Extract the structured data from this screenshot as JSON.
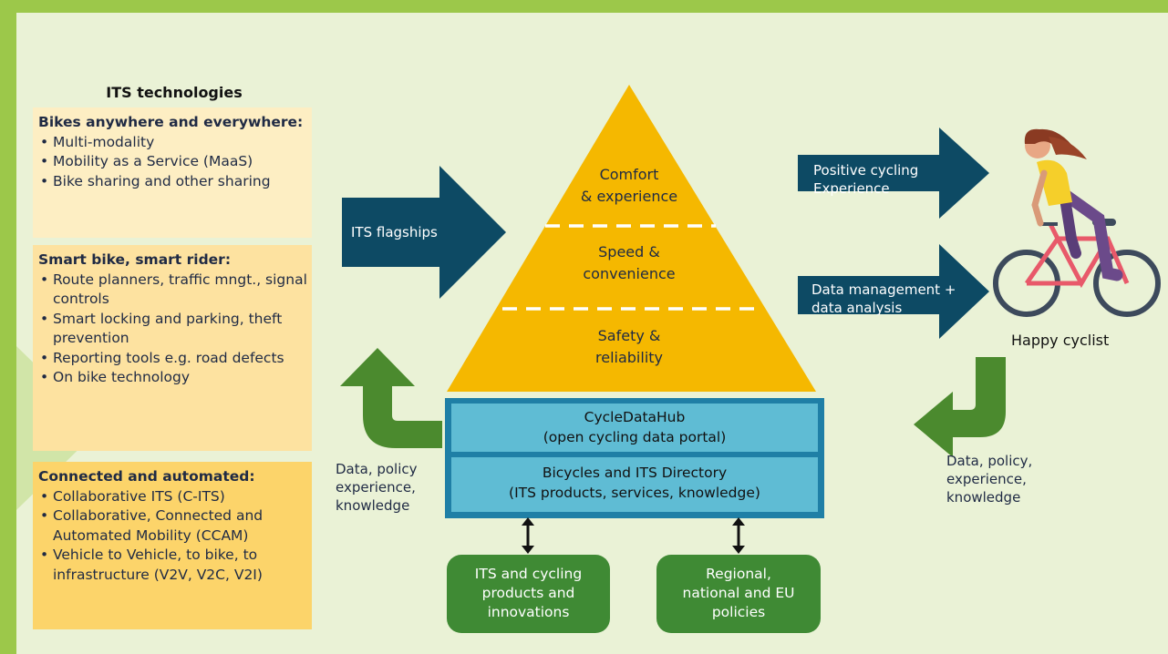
{
  "colors": {
    "outer_border": "#9cc84a",
    "panel": "#eaf2d6",
    "box_light": "#fdeec3",
    "box_mid": "#fde2a0",
    "box_dark": "#fcd46a",
    "pyramid": "#f5b800",
    "navy_arrow": "#0d4a64",
    "green_arrow": "#4b8a2e",
    "hub_fill": "#5fbcd4",
    "hub_border": "#1f7fa6",
    "green_box": "#3f8a34"
  },
  "left_panel": {
    "title": "ITS technologies",
    "boxes": [
      {
        "heading": "Bikes anywhere and everywhere:",
        "items": [
          "Multi-modality",
          "Mobility as a Service (MaaS)",
          "Bike sharing and other sharing"
        ]
      },
      {
        "heading": "Smart bike, smart rider:",
        "items": [
          "Route planners, traffic mngt., signal controls",
          "Smart locking and parking, theft prevention",
          "Reporting tools e.g. road defects",
          "On bike technology"
        ]
      },
      {
        "heading": "Connected and automated:",
        "items": [
          "Collaborative ITS (C-ITS)",
          "Collaborative, Connected and Automated Mobility (CCAM)",
          "Vehicle to Vehicle, to bike, to infrastructure (V2V, V2C, V2I)"
        ]
      }
    ]
  },
  "flagship_arrow": {
    "label": "ITS flagships"
  },
  "pyramid": {
    "levels": [
      {
        "line1": "Comfort",
        "line2": "& experience"
      },
      {
        "line1": "Speed &",
        "line2": "convenience"
      },
      {
        "line1": "Safety &",
        "line2": "reliability"
      }
    ]
  },
  "hub": {
    "top": {
      "line1": "CycleDataHub",
      "line2": "(open cycling data portal)"
    },
    "bottom": {
      "line1": "Bicycles and  ITS Directory",
      "line2": "(ITS products, services, knowledge)"
    }
  },
  "left_feedback": {
    "line1": "Data, policy",
    "line2": "experience,",
    "line3": "knowledge"
  },
  "green_boxes": [
    {
      "line1": "ITS and cycling",
      "line2": "products and",
      "line3": "innovations"
    },
    {
      "line1": "Regional,",
      "line2": "national and EU",
      "line3": "policies"
    }
  ],
  "right_arrows": [
    {
      "line1": "Positive cycling",
      "line2": "Experience"
    },
    {
      "line1": "Data management +",
      "line2": "data  analysis"
    }
  ],
  "cyclist": {
    "label": "Happy cyclist",
    "icon": "cyclist-icon"
  },
  "right_feedback": {
    "line1": "Data, policy,",
    "line2": "experience,",
    "line3": "knowledge"
  }
}
